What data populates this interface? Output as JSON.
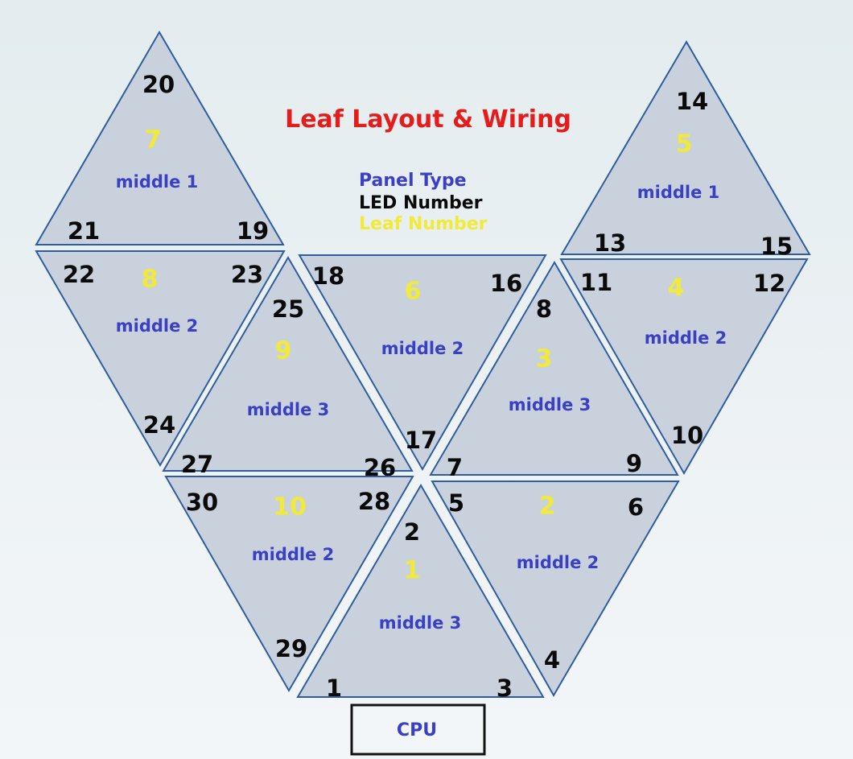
{
  "title": "Leaf Layout & Wiring",
  "legend": {
    "panel_type": "Panel Type",
    "led_number": "LED Number",
    "leaf_number": "Leaf Number"
  },
  "colors": {
    "panel_fill": "#c9d1dc",
    "panel_stroke": "#2f5da0",
    "panel_type_text": "#3b3fc4",
    "led_text": "#0a0a0a",
    "leaf_text": "#f2ea38",
    "title_text": "#e41c1c"
  },
  "cpu_label": "CPU",
  "leaves": [
    {
      "leaf": "1",
      "type": "middle 3",
      "leds": [
        "2",
        "1",
        "3"
      ]
    },
    {
      "leaf": "2",
      "type": "middle 2",
      "leds": [
        "5",
        "6",
        "4"
      ]
    },
    {
      "leaf": "3",
      "type": "middle 3",
      "leds": [
        "8",
        "7",
        "9"
      ]
    },
    {
      "leaf": "4",
      "type": "middle 2",
      "leds": [
        "11",
        "12",
        "10"
      ]
    },
    {
      "leaf": "5",
      "type": "middle 1",
      "leds": [
        "14",
        "13",
        "15"
      ]
    },
    {
      "leaf": "6",
      "type": "middle 2",
      "leds": [
        "18",
        "16",
        "17"
      ]
    },
    {
      "leaf": "7",
      "type": "middle 1",
      "leds": [
        "20",
        "21",
        "19"
      ]
    },
    {
      "leaf": "8",
      "type": "middle 2",
      "leds": [
        "22",
        "23",
        "24"
      ]
    },
    {
      "leaf": "9",
      "type": "middle 3",
      "leds": [
        "25",
        "27",
        "26"
      ]
    },
    {
      "leaf": "10",
      "type": "middle 2",
      "leds": [
        "30",
        "28",
        "29"
      ]
    }
  ]
}
